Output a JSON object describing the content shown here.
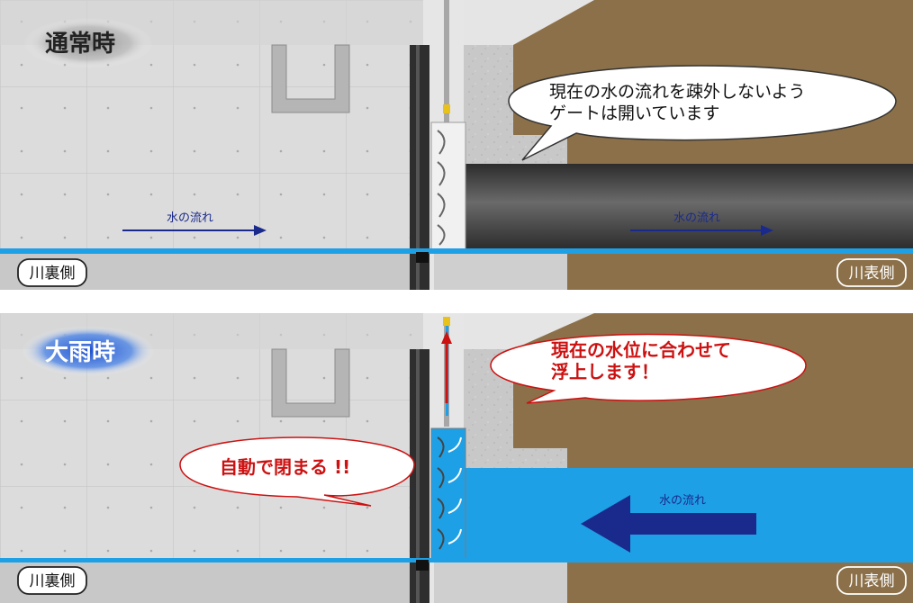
{
  "normal": {
    "title": "通常時",
    "bubble_line1": "現在の水の流れを疎外しないよう",
    "bubble_line2": "ゲートは開いています",
    "flow_left": "水の流れ",
    "flow_right": "水の流れ",
    "land_side": "川裏側",
    "river_side": "川表側"
  },
  "heavy_rain": {
    "title": "大雨時",
    "bubble_line1": "現在の水位に合わせて",
    "bubble_line2": "浮上します！",
    "auto_close": "自動で閉まる !!",
    "flow": "水の流れ",
    "land_side": "川裏側",
    "river_side": "川表側"
  },
  "colors": {
    "water": "#1ea0e6",
    "flow_arrow_dark": "#1a2a8c",
    "soil": "#8b7049",
    "concrete": "#d9d9d9",
    "title_glow_normal": "#9a9a9a",
    "title_glow_rain": "#2a5bd6",
    "bubble_text_red": "#cc1111"
  },
  "icons": [
    "flow-arrow-right",
    "flow-arrow-left",
    "float-up-arrow",
    "flap-close-arrow"
  ]
}
